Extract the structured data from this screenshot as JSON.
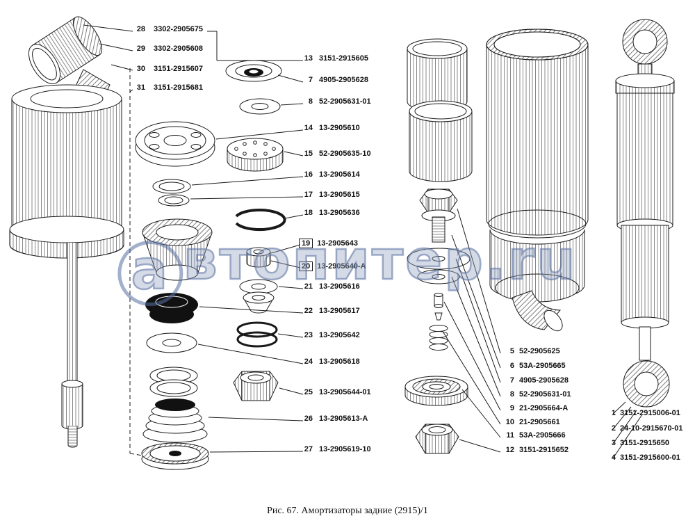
{
  "caption": "Рис. 67. Амортизаторы задние (2915)/1",
  "watermark": {
    "first_letter": "а",
    "middle": "втопитер",
    "suffix": ".ru"
  },
  "labels": {
    "left_top": [
      {
        "num": "28",
        "part": "3302-2905675"
      },
      {
        "num": "29",
        "part": "3302-2905608"
      },
      {
        "num": "30",
        "part": "3151-2915607"
      },
      {
        "num": "31",
        "part": "3151-2915681"
      }
    ],
    "center": [
      {
        "num": "13",
        "part": "3151-2915605"
      },
      {
        "num": "7",
        "part": "4905-2905628"
      },
      {
        "num": "8",
        "part": "52-2905631-01"
      },
      {
        "num": "14",
        "part": "13-2905610"
      },
      {
        "num": "15",
        "part": "52-2905635-10"
      },
      {
        "num": "16",
        "part": "13-2905614"
      },
      {
        "num": "17",
        "part": "13-2905615"
      },
      {
        "num": "18",
        "part": "13-2905636"
      },
      {
        "num": "19",
        "part": "13-2905643"
      },
      {
        "num": "20",
        "part": "13-2905640-A"
      },
      {
        "num": "21",
        "part": "13-2905616"
      },
      {
        "num": "22",
        "part": "13-2905617"
      },
      {
        "num": "23",
        "part": "13-2905642"
      },
      {
        "num": "24",
        "part": "13-2905618"
      },
      {
        "num": "25",
        "part": "13-2905644-01"
      },
      {
        "num": "26",
        "part": "13-2905613-A"
      },
      {
        "num": "27",
        "part": "13-2905619-10"
      }
    ],
    "right_mid": [
      {
        "num": "5",
        "part": "52-2905625"
      },
      {
        "num": "6",
        "part": "53А-2905665"
      },
      {
        "num": "7",
        "part": "4905-2905628"
      },
      {
        "num": "8",
        "part": "52-2905631-01"
      },
      {
        "num": "9",
        "part": "21-2905664-А"
      },
      {
        "num": "10",
        "part": "21-2905661"
      },
      {
        "num": "11",
        "part": "53А-2905666"
      },
      {
        "num": "12",
        "part": "3151-2915652"
      }
    ],
    "far_right": [
      {
        "num": "1",
        "part": "3151-2915006-01"
      },
      {
        "num": "2",
        "part": "24-10-2915670-01"
      },
      {
        "num": "3",
        "part": "3151-2915650"
      },
      {
        "num": "4",
        "part": "3151-2915600-01"
      }
    ]
  }
}
